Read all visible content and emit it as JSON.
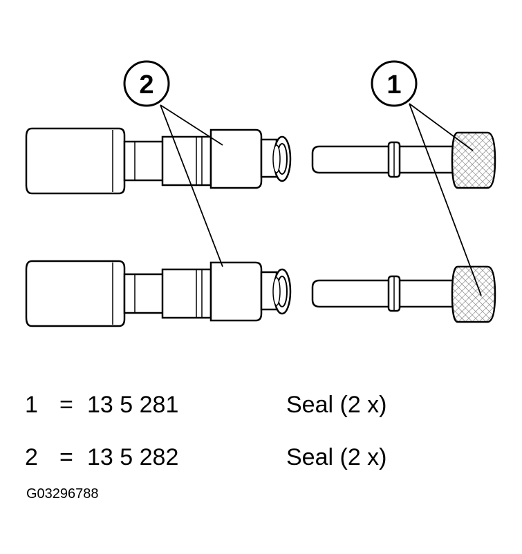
{
  "callouts": [
    {
      "number": "1"
    },
    {
      "number": "2"
    }
  ],
  "legend": [
    {
      "number": "1",
      "equals": "=",
      "part_number": "13 5 281",
      "description": "Seal (2 x)"
    },
    {
      "number": "2",
      "equals": "=",
      "part_number": "13 5 282",
      "description": "Seal (2 x)"
    }
  ],
  "figure_id": "G03296788"
}
